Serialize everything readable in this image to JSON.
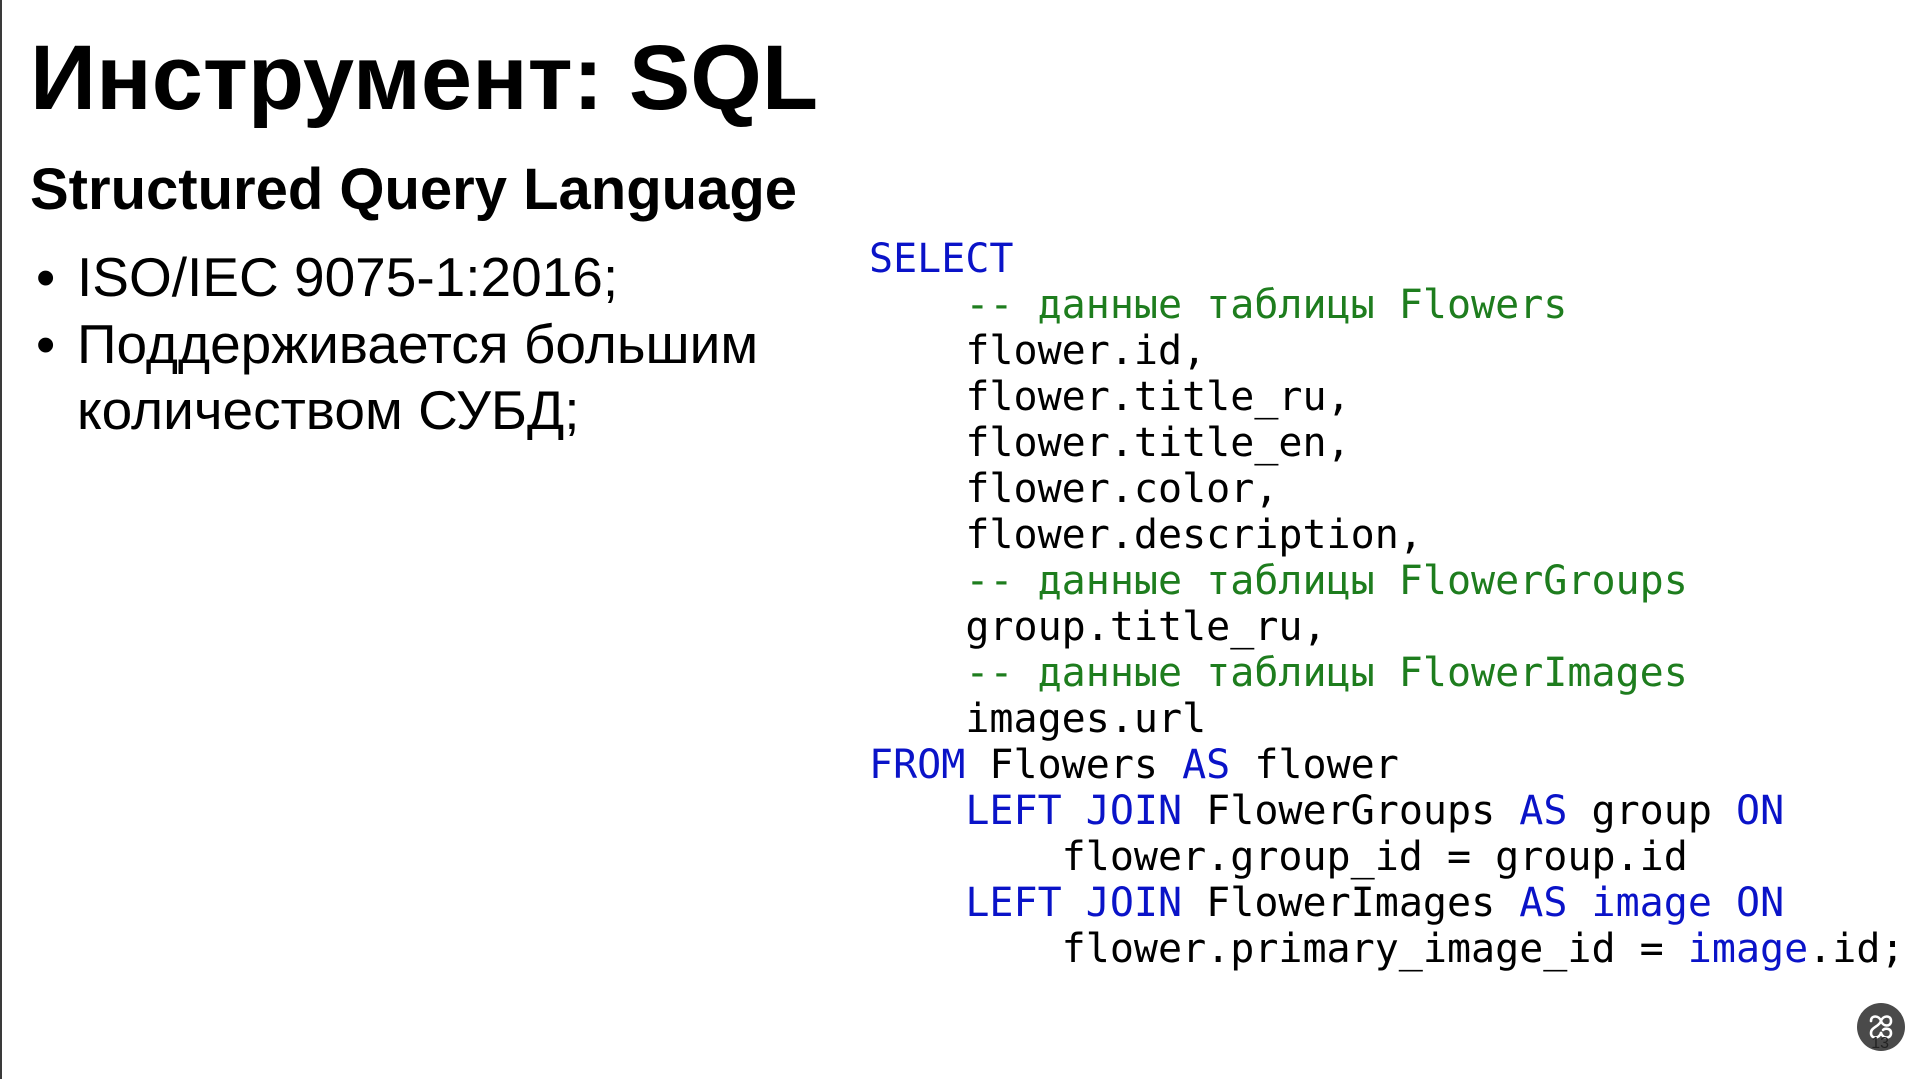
{
  "slide": {
    "title": "Инструмент: SQL",
    "subtitle": "Structured Query Language",
    "bullets": [
      {
        "lines": [
          "ISO/IEC 9075-1:2016;"
        ]
      },
      {
        "lines": [
          "Поддерживается большим",
          "количеством СУБД;"
        ]
      }
    ],
    "bullet_glyph": "•"
  },
  "code": {
    "keyword_color": "#0a13c8",
    "comment_color": "#1e7d1e",
    "lines": [
      [
        {
          "t": "SELECT",
          "k": "kw"
        }
      ],
      [
        {
          "t": "    "
        },
        {
          "t": "-- данные таблицы Flowers",
          "k": "cm"
        }
      ],
      [
        {
          "t": "    flower.id,"
        }
      ],
      [
        {
          "t": "    flower.title_ru,"
        }
      ],
      [
        {
          "t": "    flower.title_en,"
        }
      ],
      [
        {
          "t": "    flower.color,"
        }
      ],
      [
        {
          "t": "    flower.description,"
        }
      ],
      [
        {
          "t": "    "
        },
        {
          "t": "-- данные таблицы FlowerGroups",
          "k": "cm"
        }
      ],
      [
        {
          "t": "    group.title_ru,"
        }
      ],
      [
        {
          "t": "    "
        },
        {
          "t": "-- данные таблицы FlowerImages",
          "k": "cm"
        }
      ],
      [
        {
          "t": "    images.url"
        }
      ],
      [
        {
          "t": "FROM",
          "k": "kw"
        },
        {
          "t": " Flowers "
        },
        {
          "t": "AS",
          "k": "kw"
        },
        {
          "t": " flower"
        }
      ],
      [
        {
          "t": "    "
        },
        {
          "t": "LEFT JOIN",
          "k": "kw"
        },
        {
          "t": " FlowerGroups "
        },
        {
          "t": "AS",
          "k": "kw"
        },
        {
          "t": " group "
        },
        {
          "t": "ON",
          "k": "kw"
        }
      ],
      [
        {
          "t": "        flower.group_id = group.id"
        }
      ],
      [
        {
          "t": "    "
        },
        {
          "t": "LEFT JOIN",
          "k": "kw"
        },
        {
          "t": " FlowerImages "
        },
        {
          "t": "AS",
          "k": "kw"
        },
        {
          "t": " "
        },
        {
          "t": "image",
          "k": "kw"
        },
        {
          "t": " "
        },
        {
          "t": "ON",
          "k": "kw"
        }
      ],
      [
        {
          "t": "        flower.primary_image_id = "
        },
        {
          "t": "image",
          "k": "kw"
        },
        {
          "t": ".id;"
        }
      ]
    ]
  },
  "footer": {
    "page_number": "13",
    "badge_icon": "logo-knot-icon",
    "badge_color": "#4a4a4a"
  }
}
